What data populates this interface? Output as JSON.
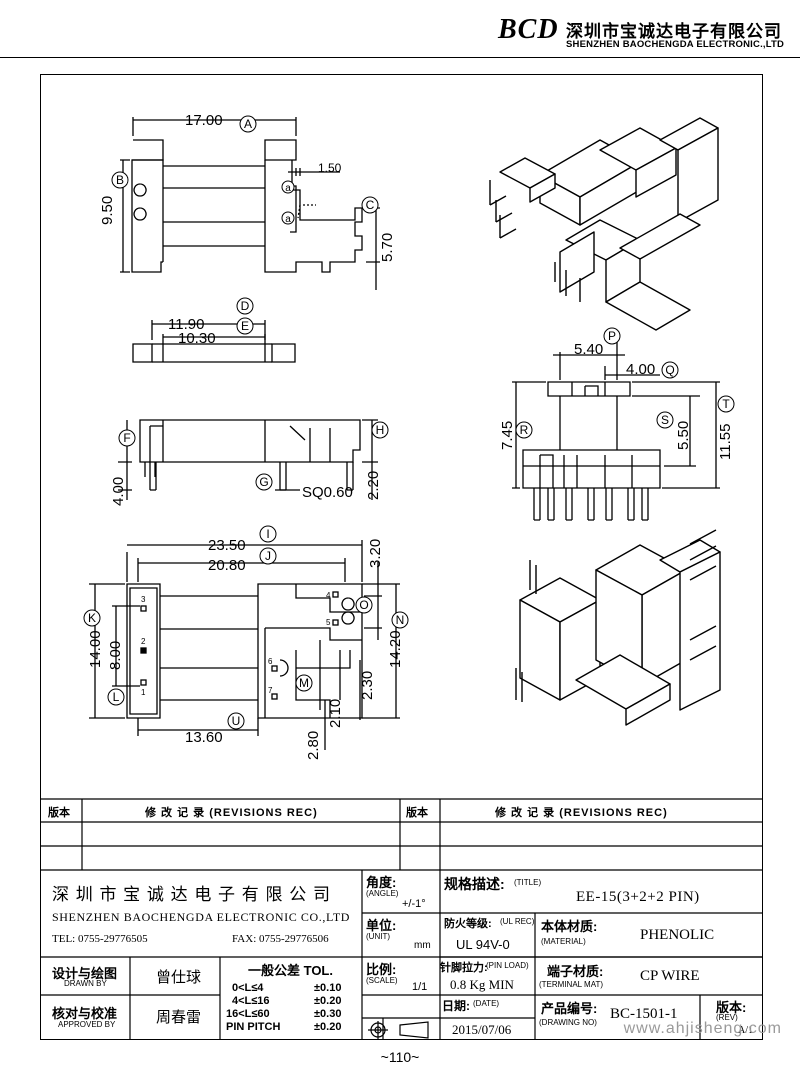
{
  "header": {
    "logo_text": "BCD",
    "company_cn": "深圳市宝诚达电子有限公司",
    "company_en": "SHENZHEN BAOCHENGDA ELECTRONIC.,LTD"
  },
  "dimensions": {
    "top_view": {
      "a17": "17.00",
      "b950": "9.50",
      "c150": "1.50",
      "d570": "5.70",
      "ref_A": "A",
      "ref_B": "B",
      "ref_C": "C",
      "mark_a1": "a",
      "mark_a2": "a"
    },
    "front_view": {
      "d1190": "11.90",
      "d1030": "10.30",
      "d400": "4.00",
      "d220": "2.20",
      "sq": "SQ0.60",
      "ref_D": "D",
      "ref_E": "E",
      "ref_F": "F",
      "ref_G": "G",
      "ref_H": "H"
    },
    "side_view": {
      "d540": "5.40",
      "d400": "4.00",
      "d745": "7.45",
      "d550": "5.50",
      "d1155": "11.55",
      "ref_P": "P",
      "ref_Q": "Q",
      "ref_R": "R",
      "ref_S": "S",
      "ref_T": "T"
    },
    "bottom_view": {
      "d2350": "23.50",
      "d2080": "20.80",
      "d320": "3.20",
      "d1400": "14.00",
      "d800": "8.00",
      "d1420": "14.20",
      "d230": "2.30",
      "d210": "2.10",
      "d280": "2.80",
      "d1360": "13.60",
      "ref_I": "I",
      "ref_J": "J",
      "ref_K": "K",
      "ref_L": "L",
      "ref_M": "M",
      "ref_N": "N",
      "ref_O": "O",
      "ref_U": "U",
      "pins": [
        "1",
        "2",
        "3",
        "4",
        "5",
        "6",
        "7"
      ]
    }
  },
  "revisions": {
    "col_version": "版本",
    "col_record": "修 改 记 录 (REVISIONS REC)",
    "col_version2": "版本",
    "col_record2": "修 改 记 录 (REVISIONS REC)"
  },
  "title_block": {
    "company_cn": "深 圳 市 宝 诚 达 电 子 有 限 公 司",
    "company_en": "SHENZHEN BAOCHENGDA ELECTRONIC CO.,LTD",
    "tel": "TEL: 0755-29776505",
    "fax": "FAX: 0755-29776506",
    "angle_label": "角度:",
    "angle_label_en": "(ANGLE)",
    "angle_value": "+/-1°",
    "unit_label": "单位:",
    "unit_label_en": "(UNIT)",
    "unit_value": "mm",
    "scale_label": "比例:",
    "scale_label_en": "(SCALE)",
    "scale_value": "1/1",
    "title_label": "规格描述:",
    "title_label_en": "(TITLE)",
    "title_value": "EE-15(3+2+2 PIN)",
    "ul_label": "防火等级:",
    "ul_label_en": "(UL REC)",
    "ul_value": "UL 94V-0",
    "material_label": "本体材质:",
    "material_label_en": "(MATERIAL)",
    "material_value": "PHENOLIC",
    "pinload_label": "针脚拉力:",
    "pinload_label_en": "(PIN LOAD)",
    "pinload_value": "0.8 Kg MIN",
    "terminal_label": "端子材质:",
    "terminal_label_en": "(TERMINAL MAT)",
    "terminal_value": "CP WIRE",
    "date_label": "日期:",
    "date_label_en": "(DATE)",
    "date_value": "2015/07/06",
    "drawing_label": "产品编号:",
    "drawing_label_en": "(DRAWING NO)",
    "drawing_value": "BC-1501-1",
    "rev_label": "版本:",
    "rev_label_en": "(REV)",
    "rev_value": "A/1",
    "drawn_label": "设计与绘图",
    "drawn_label_en": "DRAWN BY",
    "drawn_value": "曾仕球",
    "approved_label": "核对与校准",
    "approved_label_en": "APPROVED BY",
    "approved_value": "周春雷",
    "tol_title": "一般公差 TOL.",
    "tol_rows": [
      {
        "range": "0<L≤4",
        "tol": "±0.10"
      },
      {
        "range": "4<L≤16",
        "tol": "±0.20"
      },
      {
        "range": "16<L≤60",
        "tol": "±0.30"
      },
      {
        "range": "PIN PITCH",
        "tol": "±0.20"
      }
    ]
  },
  "footer": {
    "page_number": "~110~",
    "watermark": "www.ahjisheng.com"
  }
}
